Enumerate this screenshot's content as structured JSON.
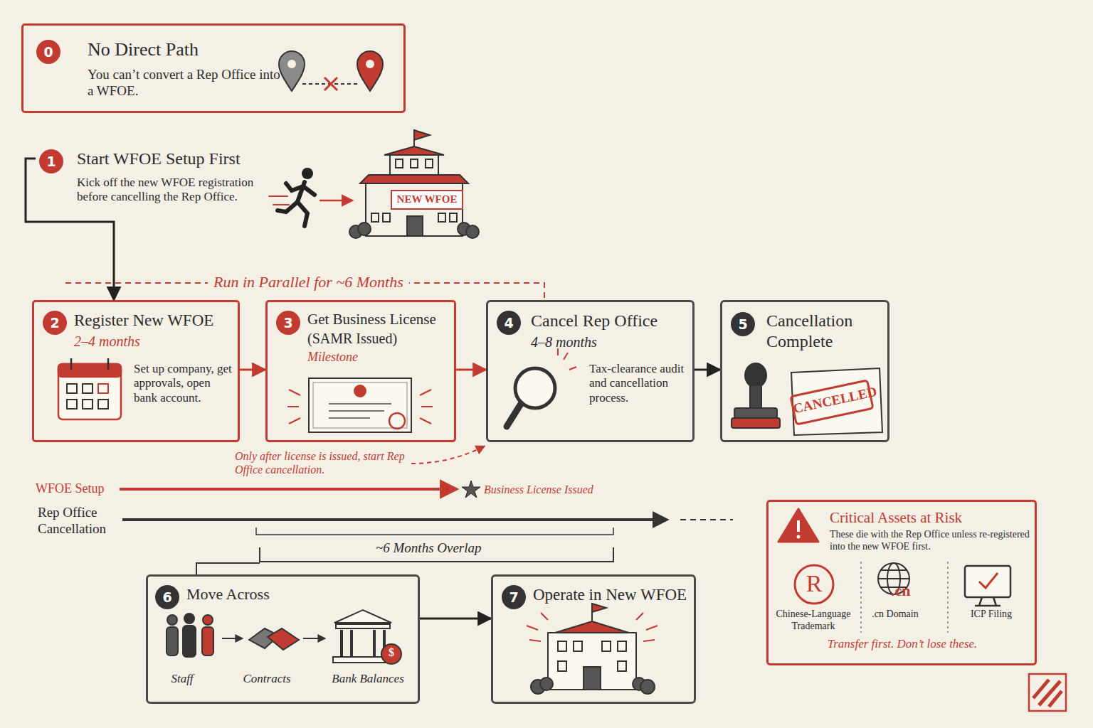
{
  "diagram": {
    "nodes": [
      {
        "text": [
          "0",
          "No Direct Path",
          "You can’t convert a Rep Office into a WFOE."
        ]
      },
      {
        "text": [
          "1",
          "Start WFOE Setup First",
          "Kick off the new WFOE registration before cancelling the Rep Office."
        ]
      },
      {
        "text": [
          "2",
          "Register New WFOE",
          "2–4 months",
          "Set up company, get approvals, open bank account."
        ]
      },
      {
        "text": [
          "3",
          "Get Business License",
          "(SAMR Issued)",
          "Milestone"
        ]
      },
      {
        "text": [
          "4",
          "Cancel Rep Office",
          "4–8 months",
          "Tax-clearance audit and cancellation process."
        ]
      },
      {
        "text": [
          "5",
          "Cancellation Complete"
        ]
      },
      {
        "text": [
          "6",
          "Move Across",
          "Staff",
          "Contracts",
          "Bank Balances"
        ]
      },
      {
        "text": [
          "7",
          "Operate in New WFOE"
        ]
      },
      {
        "text": [
          "Critical Assets at Risk",
          "These die with the Rep Office unless re-registered into the new WFOE first.",
          "Chinese-Language Trademark",
          ".cn Domain",
          "ICP Filing",
          "Transfer first. Don’t lose these."
        ]
      }
    ],
    "edges": [
      {
        "from": 1,
        "to": 2,
        "arrow": "to"
      },
      {
        "from": 2,
        "to": 3,
        "arrow": "to"
      },
      {
        "from": 3,
        "to": 4,
        "arrow": "to"
      },
      {
        "from": 4,
        "to": 5,
        "arrow": "to"
      },
      {
        "from": 6,
        "to": 7,
        "arrow": "to"
      }
    ],
    "labels": [
      "NEW WFOE",
      "Run in Parallel for ~6 Months",
      "Only after license is issued, start Rep Office cancellation.",
      "WFOE Setup",
      "Business License Issued",
      "Rep Office Cancellation",
      "~6 Months Overlap",
      "CANCELLED",
      "$",
      "R",
      ".cn"
    ]
  }
}
